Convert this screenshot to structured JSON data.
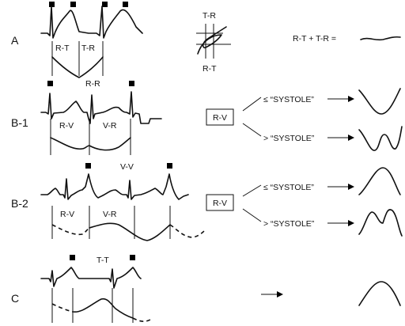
{
  "rows": {
    "a": "A",
    "b1": "B-1",
    "b2": "B-2",
    "c": "C"
  },
  "labels": {
    "a_rt": "R-T",
    "a_tr": "T-R",
    "a_inset_tr": "T-R",
    "a_inset_rt": "R-T",
    "a_equation": "R-T + T-R  =",
    "b1_rr": "R-R",
    "b1_rv": "R-V",
    "b1_vr": "V-R",
    "b2_vv": "V-V",
    "b2_rv": "R-V",
    "b2_vr": "V-R",
    "c_tt": "T-T"
  },
  "boxes": {
    "b1": "R-V",
    "b2": "R-V"
  },
  "conditions": {
    "b1_le": "≤ “SYSTOLE”",
    "b1_gt": ">  “SYSTOLE”",
    "b2_le": "≤ “SYSTOLE”",
    "b2_gt": ">  “SYSTOLE”"
  }
}
